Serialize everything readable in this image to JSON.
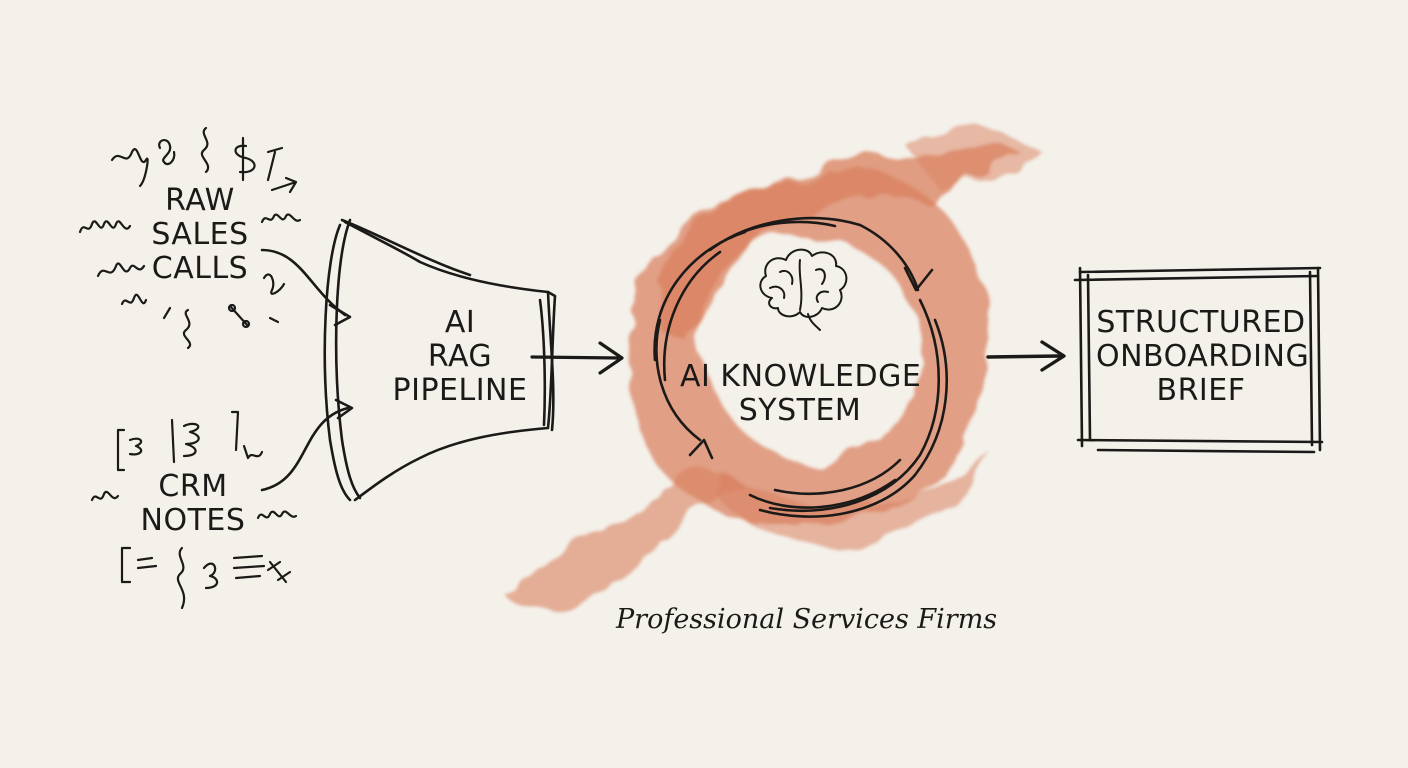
{
  "nodes": {
    "raw_calls": {
      "lines": [
        "RAW",
        "SALES",
        "CALLS"
      ]
    },
    "crm_notes": {
      "lines": [
        "CRM",
        "NOTES"
      ]
    },
    "pipeline": {
      "lines": [
        "AI",
        "RAG",
        "PIPELINE"
      ]
    },
    "knowledge": {
      "lines": [
        "AI KNOWLEDGE",
        "SYSTEM"
      ]
    },
    "brief": {
      "lines": [
        "STRUCTURED",
        "ONBOARDING",
        "BRIEF"
      ]
    }
  },
  "caption": "Professional Services Firms",
  "colors": {
    "ink": "#1c1a18",
    "watercolor": "#d9805e",
    "paper": "#f4f1ea"
  },
  "icons": [
    "brain-icon",
    "scribble-icons"
  ]
}
